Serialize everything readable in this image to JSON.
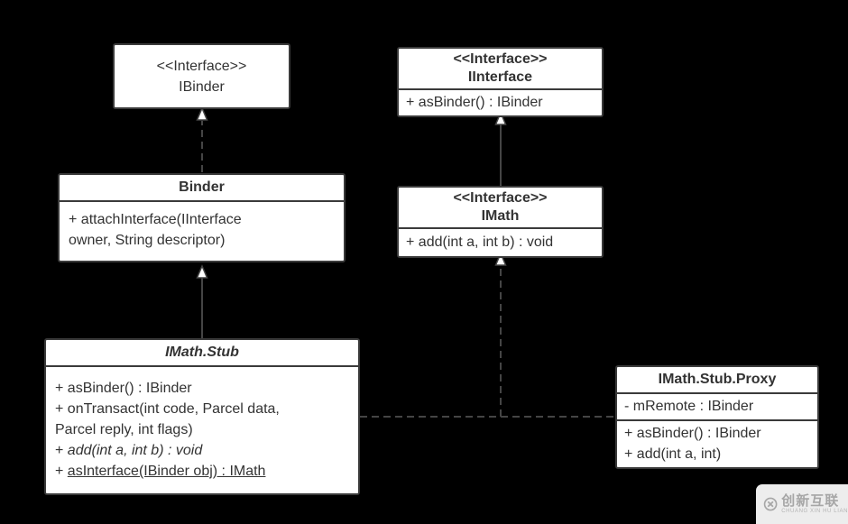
{
  "diagram": {
    "ibinder": {
      "stereotype": "<<Interface>>",
      "name": "IBinder"
    },
    "iinterface": {
      "stereotype": "<<Interface>>",
      "name": "IInterface",
      "method": "+ asBinder() : IBinder"
    },
    "binder": {
      "name": "Binder",
      "method_line1": "+ attachInterface(IInterface",
      "method_line2": "owner, String descriptor)"
    },
    "imath": {
      "stereotype": "<<Interface>>",
      "name": "IMath",
      "method": "+ add(int a, int b) : void"
    },
    "stub": {
      "name": "IMath.Stub",
      "m1": "+ asBinder() : IBinder",
      "m2a": "+ onTransact(int code, Parcel data,",
      "m2b": "Parcel reply, int flags)",
      "m3_prefix": "+ ",
      "m3": "add(int a, int b) : void",
      "m4_prefix": "+ ",
      "m4": "asInterface(IBinder obj) : IMath"
    },
    "proxy": {
      "name": "IMath.Stub.Proxy",
      "field": "- mRemote : IBinder",
      "m1": "+ asBinder() : IBinder",
      "m2": "+ add(int a, int)"
    }
  },
  "relations": [
    {
      "from": "Binder",
      "to": "IBinder",
      "type": "realization",
      "line": "dashed",
      "arrowhead": "hollow-triangle"
    },
    {
      "from": "IMath",
      "to": "IInterface",
      "type": "generalization",
      "line": "solid",
      "arrowhead": "hollow-triangle"
    },
    {
      "from": "IMath.Stub",
      "to": "Binder",
      "type": "generalization",
      "line": "solid",
      "arrowhead": "hollow-triangle"
    },
    {
      "from": "IMath.Stub & IMath.Stub.Proxy",
      "to": "IMath",
      "type": "realization",
      "line": "dashed",
      "arrowhead": "hollow-triangle"
    },
    {
      "from": "IMath.Stub",
      "to": "IMath.Stub.Proxy",
      "type": "link",
      "line": "dashed",
      "arrowhead": "none"
    }
  ],
  "watermark": {
    "title": "创新互联",
    "subtitle": "CHUANG XIN HU LIAN"
  },
  "colors": {
    "background": "#000000",
    "box_fill": "#ffffff",
    "box_border": "#3a3a3a",
    "text": "#333333",
    "line": "#454545",
    "arrowhead_fill": "#ffffff",
    "watermark_panel": "#ededed",
    "watermark_text": "#a6a6a6"
  }
}
